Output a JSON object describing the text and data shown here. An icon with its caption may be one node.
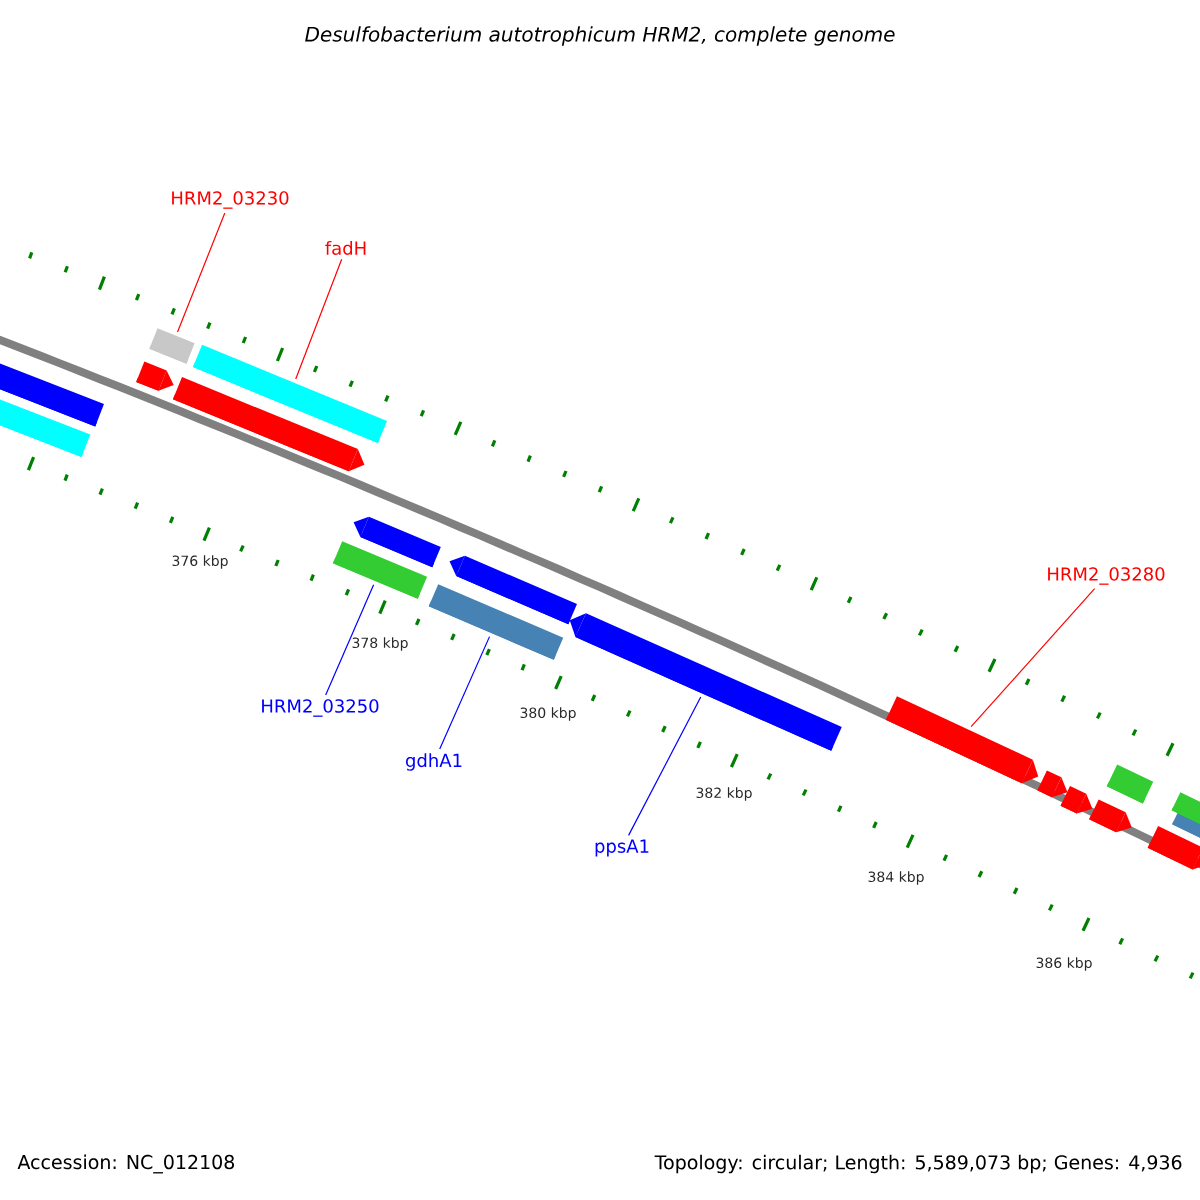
{
  "diagram": {
    "title": "Desulfobacterium autotrophicum HRM2, complete genome",
    "nodes": [
      {
        "text": [
          "HRM2_03230"
        ]
      },
      {
        "text": [
          "fadH"
        ]
      },
      {
        "text": [
          "HRM2_03250"
        ]
      },
      {
        "text": [
          "gdhA1"
        ]
      },
      {
        "text": [
          "ppsA1"
        ]
      },
      {
        "text": [
          "HRM2_03280"
        ]
      },
      {
        "text": [],
        "shape": "bar"
      },
      {
        "text": [],
        "shape": "bar"
      },
      {
        "text": [],
        "shape": "bar"
      },
      {
        "text": [],
        "shape": "bar"
      },
      {
        "text": [],
        "shape": "bar"
      },
      {
        "text": [],
        "shape": "bar"
      },
      {
        "text": [],
        "shape": "bar"
      },
      {
        "text": [],
        "shape": "bar"
      },
      {
        "text": [],
        "shape": "bar"
      },
      {
        "text": [],
        "shape": "bar"
      },
      {
        "text": [],
        "shape": "bar"
      },
      {
        "text": [],
        "shape": "bar"
      },
      {
        "text": [],
        "shape": "bar"
      },
      {
        "text": [],
        "shape": "bar"
      },
      {
        "text": [],
        "shape": "bar"
      },
      {
        "text": [],
        "shape": "bar"
      },
      {
        "text": [],
        "shape": "bar"
      },
      {
        "text": [],
        "shape": "bar"
      },
      {
        "text": [],
        "shape": "bar"
      }
    ],
    "edges": [
      {
        "from": 0,
        "to": 9,
        "arrow": "none",
        "color": "#ff0000"
      },
      {
        "from": 1,
        "to": 11,
        "arrow": "none",
        "color": "#ff0000"
      },
      {
        "from": 2,
        "to": 12,
        "arrow": "none",
        "color": "#0000ff"
      },
      {
        "from": 3,
        "to": 14,
        "arrow": "none",
        "color": "#0000ff"
      },
      {
        "from": 4,
        "to": 16,
        "arrow": "none",
        "color": "#0000ff"
      },
      {
        "from": 5,
        "to": 17,
        "arrow": "none",
        "color": "#ff0000"
      }
    ],
    "labels": [
      "376 kbp",
      "378 kbp",
      "380 kbp",
      "382 kbp",
      "384 kbp",
      "386 kbp",
      "Accession: NC_012108",
      "Topology: circular; Length: 5,589,073 bp; Genes: 4,936"
    ]
  }
}
